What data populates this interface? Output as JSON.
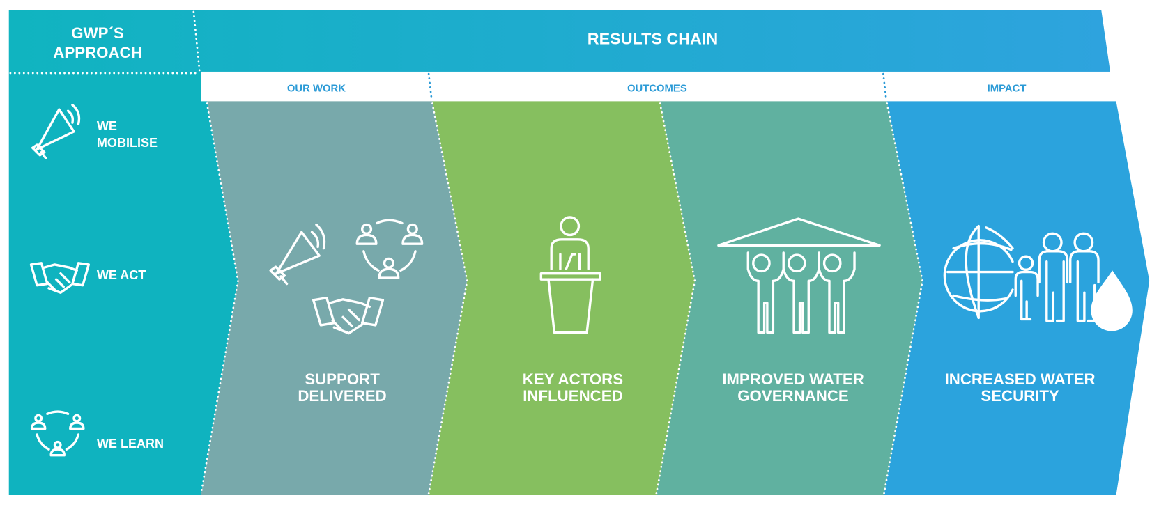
{
  "approach": {
    "title_line1": "GWP´S",
    "title_line2": "APPROACH",
    "items": [
      {
        "icon": "megaphone-icon",
        "line1": "WE",
        "line2": "MOBILISE"
      },
      {
        "icon": "handshake-icon",
        "line1": "WE ACT"
      },
      {
        "icon": "network-people-icon",
        "line1": "WE LEARN"
      }
    ]
  },
  "results_chain": {
    "title": "RESULTS CHAIN",
    "sections": [
      "OUR WORK",
      "OUTCOMES",
      "IMPACT"
    ],
    "stages": [
      {
        "line1": "SUPPORT",
        "line2": "DELIVERED",
        "color": "#78a9ab"
      },
      {
        "line1": "KEY ACTORS",
        "line2": "INFLUENCED",
        "color": "#86bf5f"
      },
      {
        "line1": "IMPROVED WATER",
        "line2": "GOVERNANCE",
        "color": "#60b1a0"
      },
      {
        "line1": "INCREASED WATER",
        "line2": "SECURITY",
        "color": "#2ba3dd"
      }
    ]
  },
  "colors": {
    "approach": "#0fb3bf",
    "header_start": "#10b4c0",
    "header_end": "#2ea3de",
    "section_text": "#2a9ad6"
  }
}
